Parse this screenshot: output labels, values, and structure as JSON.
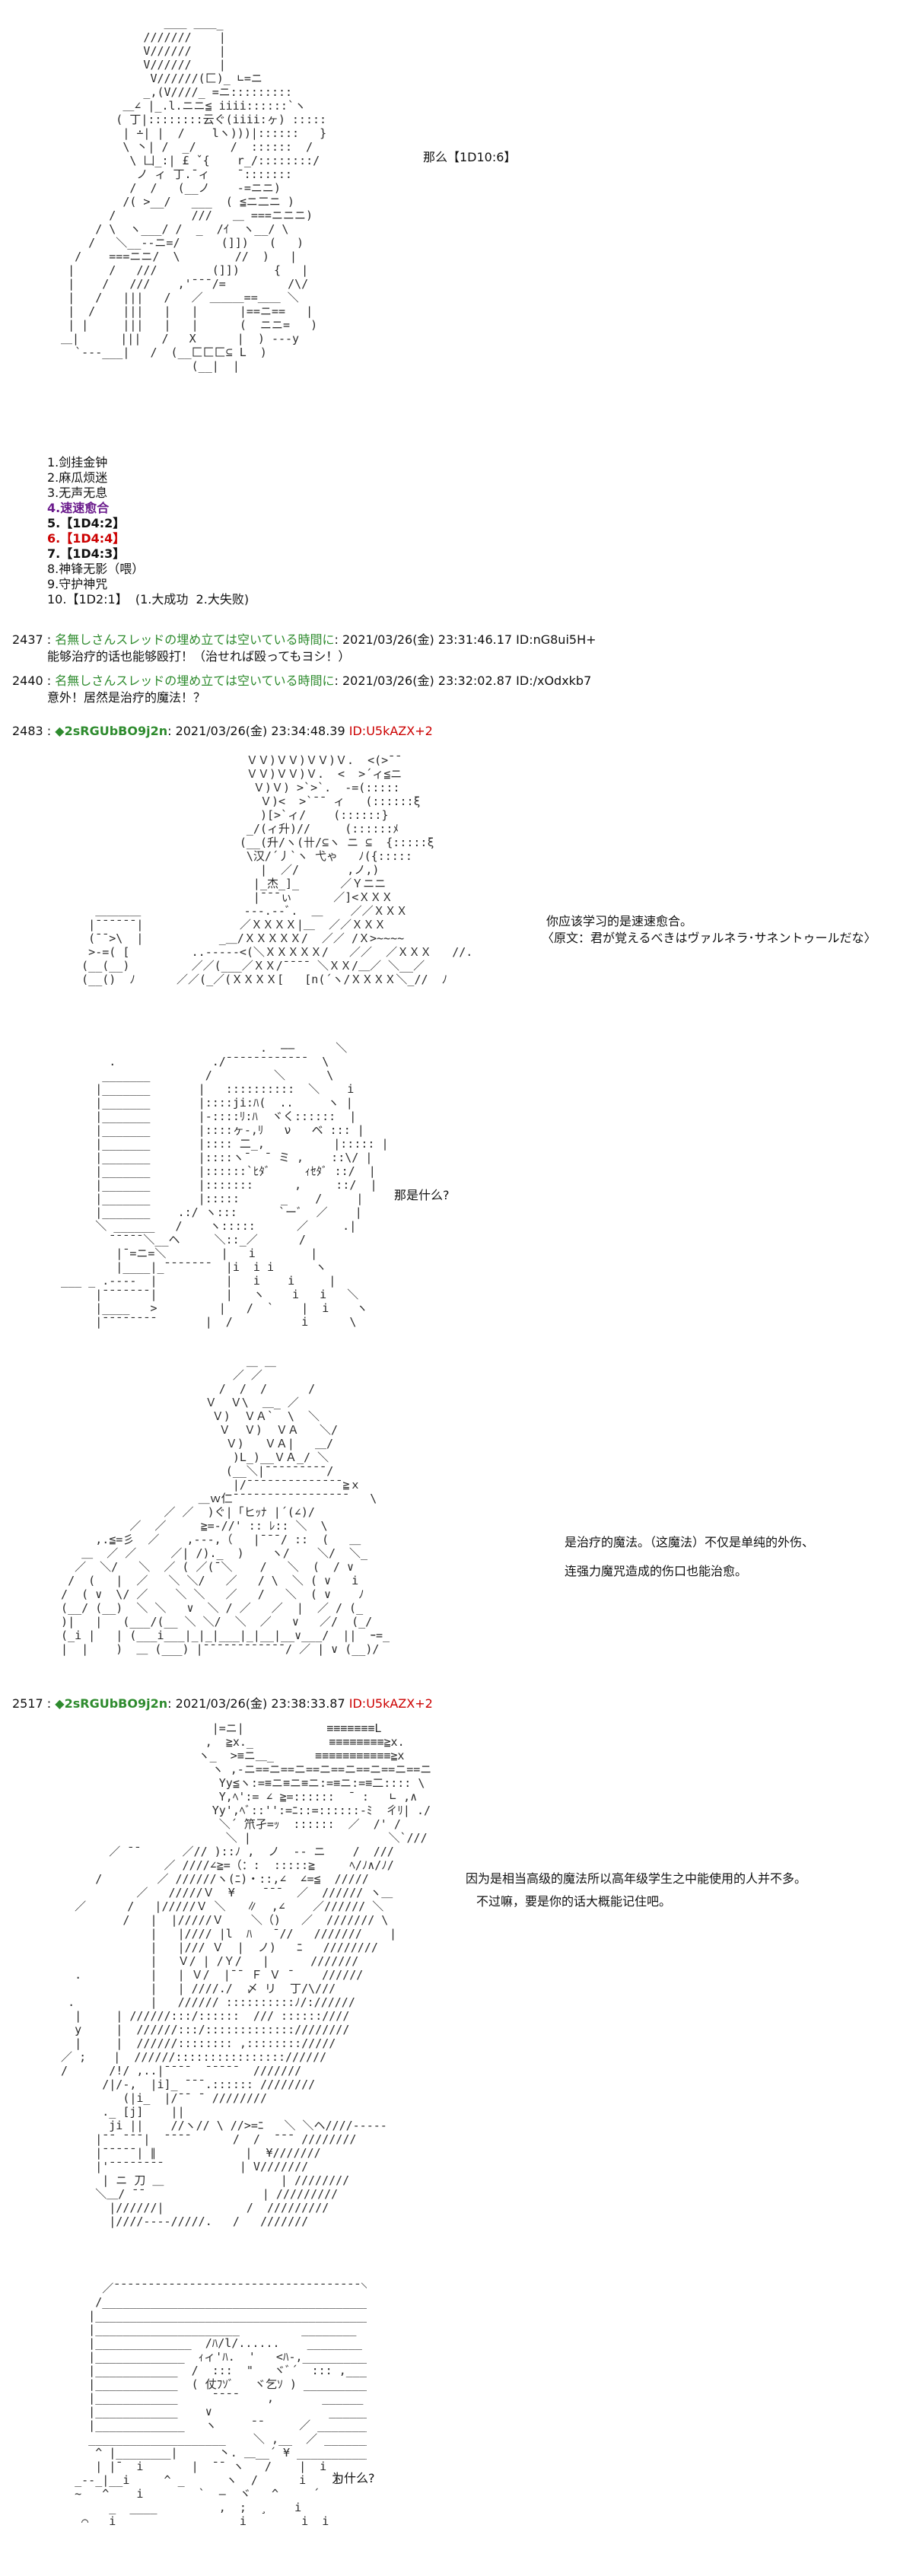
{
  "segment1": {
    "art": "                 ＿＿ ＿＿_\n              ///////    |\n              V//////    |\n              V//////    |\n               V//////(匚)_ ∟=ニ\n              _,(V////_ =ニ:::::::::\n           ＿∠ |_.l.ニニ≦ iiii::::::`ヽ\n          ( 丁|::::::::云ぐ(iiii:ヶ) :::::\n           | ∸| |  /    lヽ)))|::::::   }\n           \\ 丶| /  _/     /  ::::::  /\n            \\ 凵_:| £ ˇ{    r_/::::::::/\n             ノ ィ 丁.̄ ィ    ̄ :::::::\n            /  /   (__ノ    -=ニニ)\n           /( >__/   ___  ( ≦ニ二ニ )\n         /           ///   ＿ ===ニニニ)\n       / \\  ヽ___/ /  _  /ｲ  ヽ__/ \\\n      /   ＼__--ニ=/      (]])   (   )\n    /    ===ニニ/  \\        //  )   |\n   |     /   ///        (]])     {   |\n   |    /   ///    ,'¯¯¯/=         /\\/\n   |   /   |||   /   ／ ＿＿＿==＿＿ ＼\n   |  /    |||   |   |      |==ニ==   |\n   | |     |||   |   |      (  ニニ=   )\n  ＿|      |||   /   X      |  ) ---y\n    `---___|   /  (__匚匚匚⊆ L  )\n                     (__|  |",
    "caption": "那么【1D10:6】"
  },
  "choices": [
    {
      "text": "1.剑挂金钟",
      "style": ""
    },
    {
      "text": "2.麻瓜烦迷",
      "style": ""
    },
    {
      "text": "3.无声无息",
      "style": ""
    },
    {
      "text": "4.速速愈合",
      "style": "purple"
    },
    {
      "text": "5.【1D4:2】",
      "style": "bold"
    },
    {
      "text": "6.【1D4:4】",
      "style": "red"
    },
    {
      "text": "7.【1D4:3】",
      "style": "bold"
    },
    {
      "text": "8.神锋无影（喂）",
      "style": ""
    },
    {
      "text": "9.守护神咒",
      "style": ""
    },
    {
      "text": "10.【1D2:1】  (1.大成功  2.大失败)",
      "style": ""
    }
  ],
  "posts": [
    {
      "num": "2437 :",
      "name": "名無しさんスレッドの埋め立ては空いている時間に",
      "meta": ": 2021/03/26(金) 23:31:46.17 ID:nG8ui5H+",
      "body": "能够治疗的话也能够殴打！（治せれば殴ってもヨシ！）"
    },
    {
      "num": "2440 :",
      "name": "名無しさんスレッドの埋め立ては空いている時間に",
      "meta": ": 2021/03/26(金) 23:32:02.87 ID:/xOdxkb7",
      "body": "意外！居然是治疗的魔法！？"
    },
    {
      "num": "2483 :",
      "trip": "◆2sRGUbBO9j2n",
      "meta": ": 2021/03/26(金) 23:34:48.39 ",
      "id": "ID:U5kAZX+2"
    },
    {
      "num": "2517 :",
      "trip": "◆2sRGUbBO9j2n",
      "meta": ": 2021/03/26(金) 23:38:33.87 ",
      "id": "ID:U5kAZX+2"
    }
  ],
  "segment2": {
    "art": "                             ＶＶ)ＶＶ)ＶＶ)Ｖ.  <(>¯¯\n                             ＶＶ)ＶＶ)Ｖ.  <  >´ィ≦ニ\n                              Ｖ)Ｖ) >`>`.  -=(:::::\n                               Ｖ)<  >`¯¯ ィ   (::::::ξ\n                               )[>`ィ/    (::::::}\n                             _/(ィ升)//     (::::::ﾒ\n                            (__(升/ヽ(卄/⊆ヽ ニ ⊆  {:::::ξ\n                             \\汉/´丿`ヽ 弋ゃ   ﾉ({:::::\n                               |  ／/       ,ノ,)\n                              |_杰_]_      ／Ｙニニ\n                              |¯¯¯ぃ      ／]<ＸＸＸ\n       ＿＿＿＿               ---.--ﾞ.  ＿    ／／ＸＸＸ\n      |¯¯¯¯¯¯|              ／ＸＸＸＸ|＿  ／／ＸＸＸ\n      (¯¯>\\  |           _＿/ＸＸＸＸＸ/  ／／ /Ｘ>~~~~\n      >-=( [         ..--‐‐‐<(＼ＸＸＸＸＸ/   ／／  ／ＸＸＸ   //.\n     (__(__)         ／／(___／ＸＸ/¯¯¯¯ ＼ＸＸ/＿／ ＼__／\n     (__()  ﾉ      ／／(_／(ＸＸＸＸ[   [n(´ヽ/ＸＸＸＸ＼_//  ﾉ",
    "caption1": "你应该学习的是速速愈合。",
    "caption2": "〈原文：君が覚えるべきはヴァルネラ･サネントゥールだな〉"
  },
  "segment3": {
    "art": "                               .  ——      ＼\n         .              ./¯¯¯¯¯¯¯¯¯¯¯¯  \\\n        _______        /         ＼      \\\n       |_______       |   ::::::::::  ＼    i\n       |_______       |::::ji:ﾊ(  ..     ヽ |\n       |_______       |-::::ﾘ:ﾊ  ヾく::::::  |\n       |_______       |::::ヶ-,ﾘ   ν   ベ ::: |\n       |_______       |:::: 二_,          |::::: |\n       |_______       |::::ヽ¯  ¯ ミ ,    ::\\/ |\n       |_______       |::::::`ﾋﾀﾞ     ｨｾﾀﾞ ::/  |\n       |_______       |:::::::      ,     ::/  |\n       |_______       |:::::      _    /     |\n       |_______    .:/ ヽ:::      `ーﾞ  ／    |\n       ＼ ______   /    ヽ:::::      ／     .|\n         ¯¯¯¯¯＼__ヘ     ＼::_／      /\n          |¯=ニ=＼        |   i        |\n          |____|_¯¯¯¯¯¯¯  |i  i i      ヽ\n  ___ _ .-‐‐‐  |          |   i    i     |\n       |¯¯¯¯¯¯¯|          |   ヽ    i   i   ＼\n       |____   >         |   /  `    |  i    ヽ\n       |¯¯¯¯¯¯¯¯       |  /          i      \\",
    "caption": "那是什么?"
  },
  "segment4": {
    "art": "                             ＿ ＿\n                           ／ ／\n                         /  /  /      /\n                       Ｖ  Ｖ\\  ＿_ ／\n                        Ｖ)  ＶＡ`  \\  ＼\n                         Ｖ  Ｖ)  ＶＡ   ＼/\n                          Ｖ)   ＶＡ|   ＿/\n                           )L_)__ＶＡ_/ ＼\n                          (__＼|¯¯¯¯¯¯¯¯¯/\n                           |/¯¯¯¯¯¯¯¯¯¯¯¯¯¯≧ｘ\n                      ＿ｗ仁¯¯¯¯¯¯¯¯¯¯¯¯¯¯¯¯¯   \\\n                 ／ ／  )ぐ|「ヒｯﾅ |´(∠)/\n            ／  ／     ≧=-//' :: ﾚ:: ＼  \\\n       ,.≦=彡  ／    ,-‐‐,（   |¯¯¯/ ::  (   ＿\n     ＿  ／ ／     ／| /)._  )    ヽ/    ＼/  ＼_\n    ／  ＼/   ＼  ／ ( ／(¯＼    /   ＼  (  / ∨\n   /  (   |  ／   ＼ ＼/   ／   / \\  ＼ ( ∨   i\n  /  ( ∨  \\/ ／    ＼ ＼   ／   /   ＼  ( ∨    ﾉ\n  (__/ (__)  ＼ ＼   ∨  ＼ / ／   ／  |  ／ / (_\n  )|   |   (___/(__ ＼ ＼/  ＼  ／   ∨   ／/  (_/\n  (_i |   | (___i___|_|_|___|_|__|__∨___/  ||  ｰ=_\n  |  |    )  ＿ (___) |¯¯¯¯¯¯¯¯¯¯¯¯/ ／ | ∨ (__)/",
    "caption1": "是治疗的魔法。（这魔法）不仅是单纯的外伤、",
    "caption2": "连强力魔咒造成的伤口也能治愈。"
  },
  "segment5": {
    "art": "                        |=ニ|            ≡≡≡≡≡≡≡L\n                       ,  ≧x._           ≡≡≡≡≡≡≡≡≧x.\n                      ヽ_  >≡ニ＿_      ≡≡≡≡≡≡≡≡≡≡≡≧x\n                        ヽ ,-ニ==ニ==ニ==ニ==ニ==ニ==ニ==ニ\n                         Yy≦ヽ:=≡ニ≡ニ≡ニ:=≡ニ:=≡二:::: \\\n                         Y,ﾍ':= ∠ ≧=::::::  ¯ :   ∟ ,∧\n                        Yy',ﾍﾞ::'':=ﾆ::=::::::-ﾐ  ㄔﾘ| ./\n                         ＼´ 笊孑=ｯ  ::::::  ／  /' /\n                          ＼ |                    ＼`///\n         ／ ¯¯      ／// )::ﾉ ,  ノ  -- ニ    /  ///\n                 ／ ////∠≧=（：:  :::::≧     ﾍ/ﾉ∧/ﾉ/\n       /        ／ //////ヽ(ﾆ)・::,∠  ∠=≦  /////\n             ／   /////Ｖ  ¥    ¯¯¯  ／  ////// ヽ＿\n    ／      /   |/////Ｖ ＼   ∥  ,∠    ／////// ＼\n           /   |  |/////Ｖ    ＼（)   ／  /////// \\\n               |   |//// |l  ﾊ   ¯//   ///////    |\n               |   |/// Ｖ  |  ノ)   ﾆ   ////////\n               |   Ｖ/ | /Ｙ/   |      ///////\n    .          |   | Ｖ/  |¯¯ Ｆ Ｖ ¯    //////\n               |   | ////./  〆 リ  丁/\\///\n   .           |   ////// ::::::::::ﾉ/://////\n    |     | //////:::/::::::  /// ::::::////\n    y     |  //////:::/:::::::::::::////////\n    |     |  //////:::::::: ,:::::::://///\n  ／ ;    |  //////:::::::::::::::://////\n  /      /!/ ,..|¯¯¯¯  ¯¯¯¯¯  ///////\n        /|/-,  |i]_ ¯¯¯.:::::: ////////\n           (|i_  |/¯¯ ¯ ////////\n        ._ [j]    ||\n         ji ||    //ヽ// \\ //>=ﾆ   ＼ ＼ヘ////-----\n       |¯¯ ¯¯¯|  ¯¯¯¯      /  /  ¯¯¯ ////////\n       |¯¯¯¯¯| ∥             |  ¥///////\n       |'¯¯¯¯¯¯¯¯           | V///////\n        | ニ 刀 ＿                 | ////////\n       ＼＿/ ¯¯                 | /////////\n         |//////|            /  /////////\n         |////----/////.   /   ///////",
    "caption1": "因为是相当高级的魔法所以高年级学生之中能使用的人并不多。",
    "caption2": "不过嘛，要是你的话大概能记住吧。"
  },
  "segment6": {
    "art": "        ／¯¯¯¯¯¯¯¯¯¯¯¯¯¯¯¯¯¯¯¯¯¯¯¯¯¯¯¯¯¯¯¯¯¯¯¯＼\n       /________________________________________ \\\n      |____________________________________________^\n      |_____________________         ________     |\n      |______________  /ﾊ/l/......    ________      ^\n      |_____________  ｨィ'ﾊ.  '   <ﾊ-,____________   |\n      |____________  /  :::  \"   ヾﾞ´  ::: ,________ |\n      |____________  ( 仗ﾌｿﾞ   ヾ乞ｿ ) __________  |\n      |____________     ¯¯¯¯    ,       ______   |\n      |____________    ∨                 _______  |\n      |_____________   ヽ     ¯¯     ／ _________  |\n      ____________________    ＼ ,__  ／ ___________|\n       ^ |________|      丶. ＿__´ ¥ ____________\n       | |¯  i       |  ¯¯ ヽ   /    |  i\n    _--_|__i     ^ _      ヽ  /      i    i\n    ~   ^    i        `  ―  ヾ   ^     ´\n         _  ____         ,  ;  ¸    i\n     ⌒   i                  i        i  i",
    "caption": "为什么?"
  }
}
